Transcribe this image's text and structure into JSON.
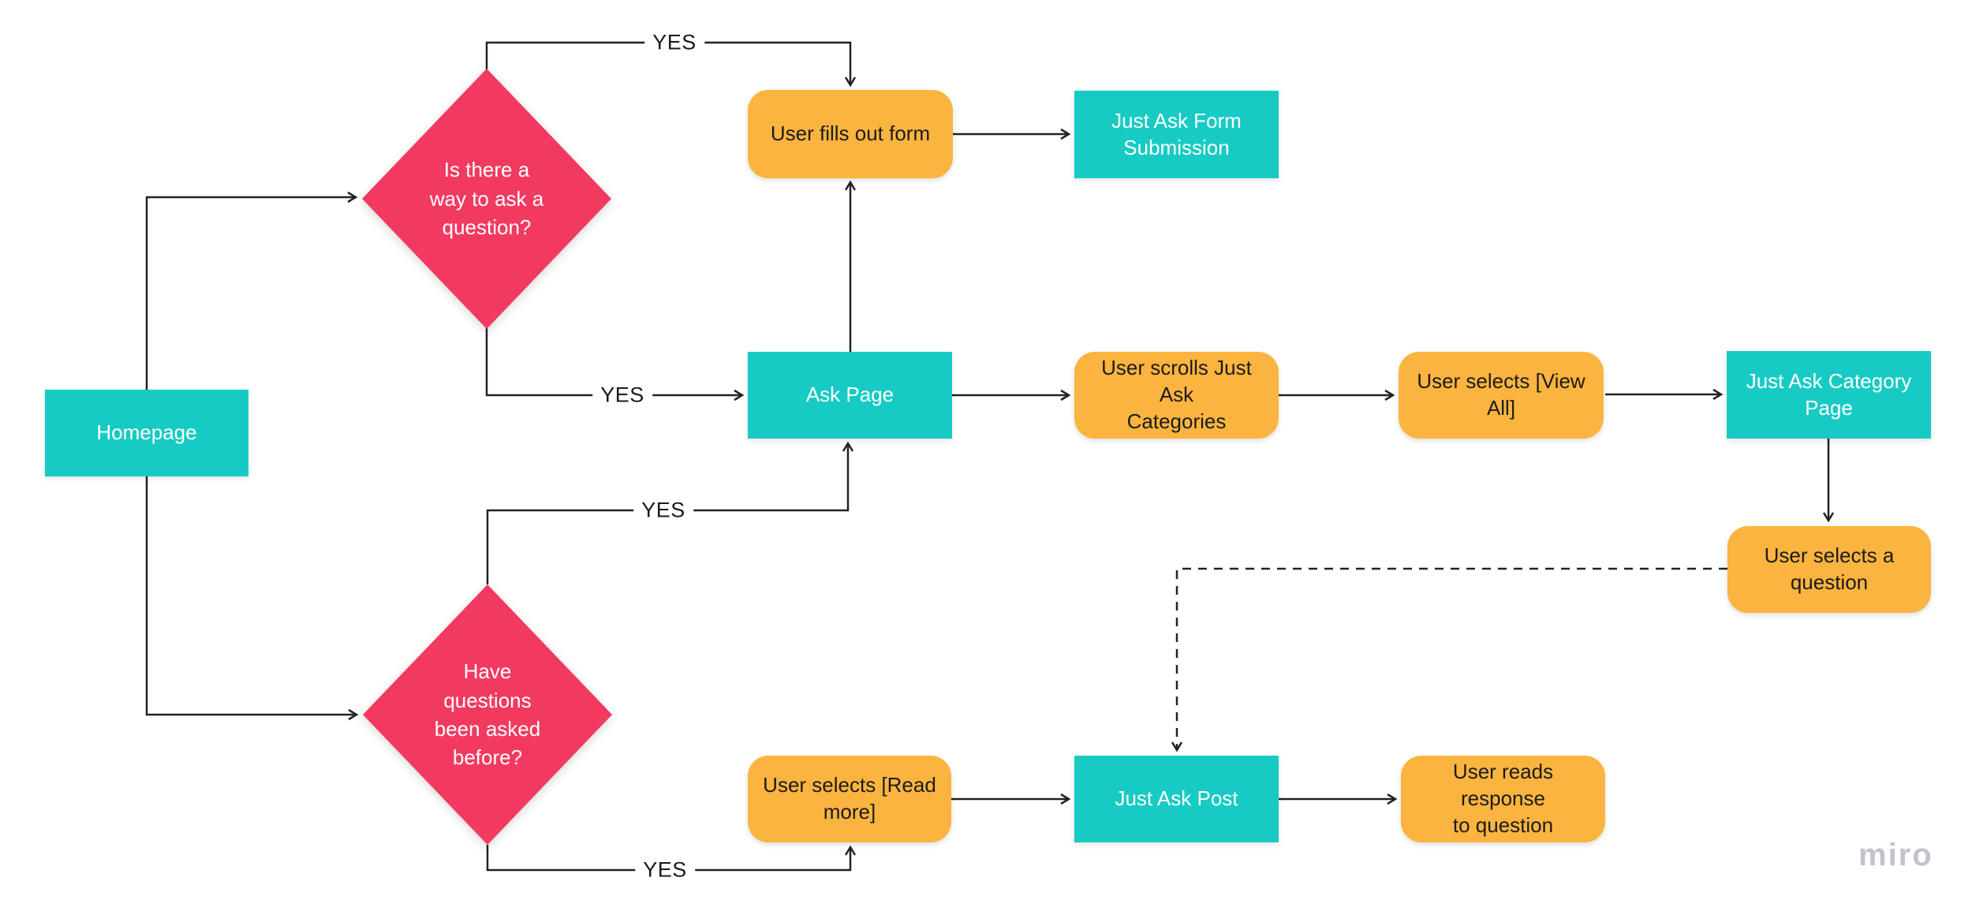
{
  "canvas": {
    "background": "#FFFFFF",
    "watermark": "miro"
  },
  "colors": {
    "teal": "#17CBC4",
    "orange": "#FBB43F",
    "pink": "#F23A60",
    "line": "#222222",
    "dark_text": "#1B1B1B",
    "light_text": "#FFFFFF",
    "watermark_gray": "#C2C1CE"
  },
  "nodes": {
    "homepage": {
      "type": "page",
      "label": "Homepage"
    },
    "question_ask": {
      "type": "decision",
      "label": "Is there a\nway to ask a\nquestion?"
    },
    "question_asked_before": {
      "type": "decision",
      "label": "Have\nquestions\nbeen asked\nbefore?"
    },
    "fills_form": {
      "type": "action",
      "label": "User fills out form"
    },
    "form_submission": {
      "type": "page",
      "label": "Just Ask Form\nSubmission"
    },
    "ask_page": {
      "type": "page",
      "label": "Ask Page"
    },
    "scrolls_categories": {
      "type": "action",
      "label": "User scrolls Just Ask\nCategories"
    },
    "view_all": {
      "type": "action",
      "label": "User selects [View\nAll]"
    },
    "category_page": {
      "type": "page",
      "label": "Just Ask Category\nPage"
    },
    "selects_question": {
      "type": "action",
      "label": "User selects a\nquestion"
    },
    "read_more": {
      "type": "action",
      "label": "User selects [Read\nmore]"
    },
    "just_ask_post": {
      "type": "page",
      "label": "Just Ask Post"
    },
    "reads_response": {
      "type": "action",
      "label": "User reads response\nto question"
    }
  },
  "edge_labels": {
    "yes_top": "YES",
    "yes_middle": "YES",
    "yes_lower": "YES",
    "yes_bottom": "YES"
  }
}
